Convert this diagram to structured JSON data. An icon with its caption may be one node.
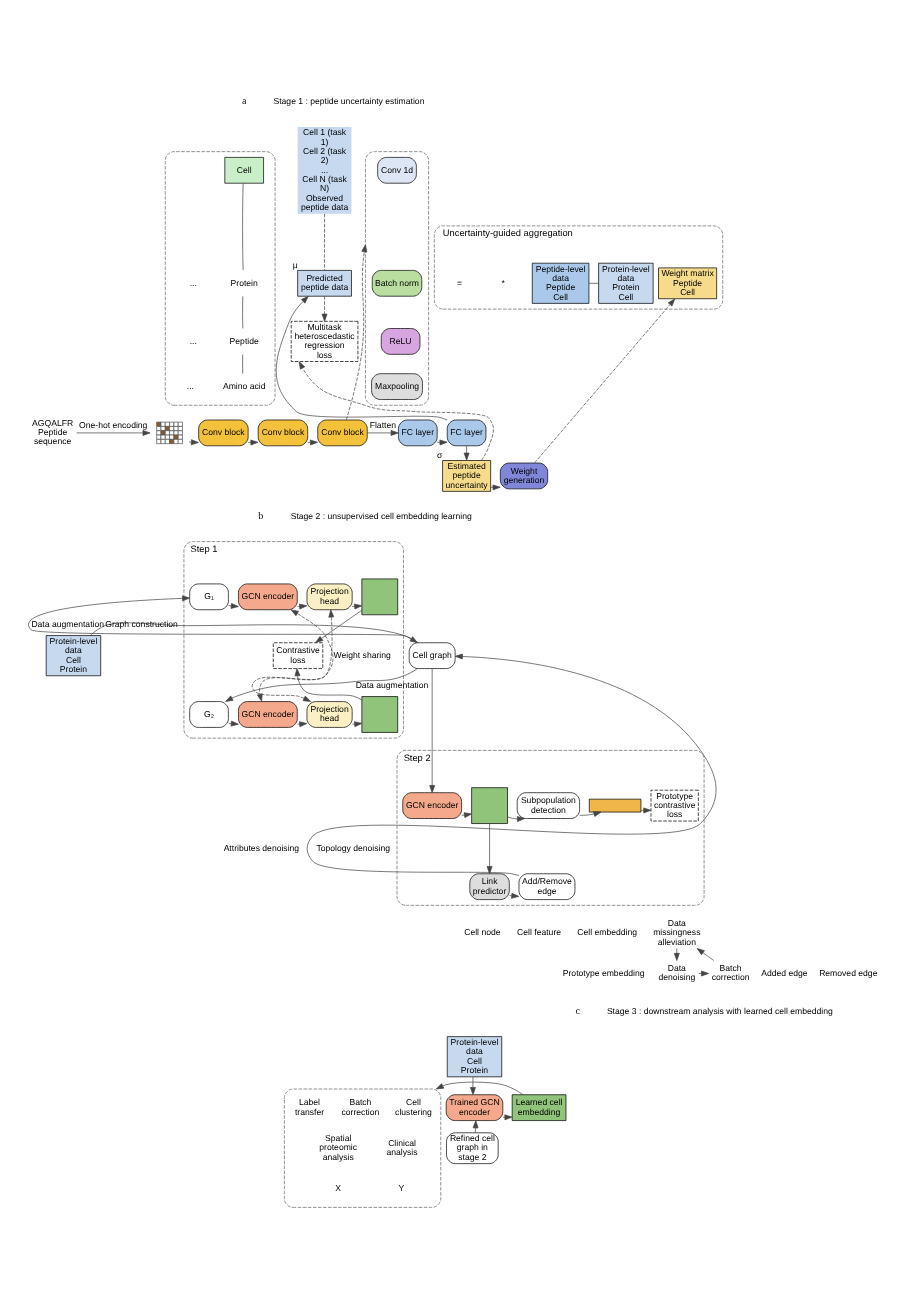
{
  "diagram": {
    "nodes": [
      {
        "text": [],
        "shape": "box"
      },
      {
        "text": [
          "Cell"
        ],
        "in": 0
      },
      {
        "text": [
          "Protein"
        ],
        "in": 0
      },
      {
        "text": [
          "Peptide"
        ],
        "in": 0
      },
      {
        "text": [
          "Amino acid"
        ],
        "in": 0
      },
      {
        "text": [],
        "shape": "box"
      },
      {
        "text": [
          "Conv 1d"
        ],
        "in": 5
      },
      {
        "text": [
          "Batch norm"
        ],
        "in": 5
      },
      {
        "text": [
          "ReLU"
        ],
        "in": 5
      },
      {
        "text": [
          "Maxpooling"
        ],
        "in": 5
      },
      {
        "text": [
          "AGQALFR",
          "Peptide sequence"
        ]
      },
      {
        "text": [],
        "shape": "picture"
      },
      {
        "text": [
          "Conv block"
        ]
      },
      {
        "text": [
          "Conv block"
        ]
      },
      {
        "text": [
          "Conv block"
        ]
      },
      {
        "text": [
          "FC layer"
        ]
      },
      {
        "text": [
          "FC layer"
        ]
      },
      {
        "text": [
          "Cell 1 (task 1)",
          "Cell 2 (task 2)",
          "...",
          "Cell N (task N)",
          "Observed peptide data"
        ]
      },
      {
        "text": [
          "Predicted peptide data"
        ],
        "beside": [
          "μ"
        ]
      },
      {
        "text": [
          "Multitask heteroscedastic regression loss"
        ]
      },
      {
        "text": [
          "Estimated peptide uncertainty"
        ],
        "beside": [
          "σ"
        ]
      },
      {
        "text": [
          "Weight generation"
        ]
      },
      {
        "text": [
          "Uncertainty-guided aggregation"
        ]
      },
      {
        "text": [
          "Weight matrix",
          "Peptide",
          "Cell"
        ],
        "in": 22
      },
      {
        "text": [
          "Peptide-level data",
          "Peptide",
          "Cell"
        ],
        "in": 22
      },
      {
        "text": [
          "Protein-level data",
          "Protein",
          "Cell"
        ],
        "in": 22
      },
      {
        "text": [
          "Protein-level data",
          "Cell",
          "Protein"
        ]
      },
      {
        "text": [
          "Cell graph"
        ]
      },
      {
        "text": [
          "Step 1"
        ]
      },
      {
        "text": [
          "G₁"
        ],
        "in": 28
      },
      {
        "text": [
          "G₂"
        ],
        "in": 28
      },
      {
        "text": [
          "GCN encoder"
        ],
        "in": 28
      },
      {
        "text": [
          "Projection head"
        ],
        "in": 28
      },
      {
        "text": [],
        "shape": "box",
        "in": 28
      },
      {
        "text": [
          "Contrastive loss"
        ],
        "in": 28
      },
      {
        "text": [
          "GCN encoder"
        ],
        "in": 28
      },
      {
        "text": [
          "Projection head"
        ],
        "in": 28
      },
      {
        "text": [],
        "shape": "box",
        "in": 28
      },
      {
        "text": [
          "Step 2"
        ]
      },
      {
        "text": [
          "GCN encoder"
        ],
        "in": 38
      },
      {
        "text": [],
        "shape": "box",
        "in": 38
      },
      {
        "text": [
          "Subpopulation detection"
        ],
        "in": 38
      },
      {
        "text": [],
        "shape": "bar",
        "in": 38
      },
      {
        "text": [
          "Prototype contrastive loss"
        ],
        "in": 38
      },
      {
        "text": [
          "Link predictor"
        ],
        "in": 38
      },
      {
        "text": [
          "Add/Remove edge"
        ],
        "in": 38
      },
      {
        "text": [
          "Data missingness alleviation"
        ]
      },
      {
        "text": [
          "Data denoising"
        ]
      },
      {
        "text": [
          "Batch correction"
        ]
      },
      {
        "text": [
          "Protein-level data",
          "Cell",
          "Protein"
        ]
      },
      {
        "text": [
          "Refined cell graph in stage 2"
        ]
      },
      {
        "text": [
          "Trained GCN encoder"
        ]
      },
      {
        "text": [
          "Learned cell embedding"
        ]
      },
      {
        "text": [],
        "shape": "box"
      },
      {
        "text": [
          "Cell clustering"
        ],
        "in": 53
      },
      {
        "text": [
          "Batch correction"
        ],
        "in": 53
      },
      {
        "text": [
          "Label transfer"
        ],
        "in": 53
      },
      {
        "text": [
          "Clinical analysis"
        ],
        "in": 53
      },
      {
        "text": [
          "Spatial proteomic analysis"
        ],
        "in": 53
      }
    ],
    "edges": [
      {
        "from": 1,
        "to": 2,
        "arrow": "none"
      },
      {
        "from": 2,
        "to": 3,
        "arrow": "none"
      },
      {
        "from": 3,
        "to": 4,
        "arrow": "none"
      },
      {
        "from": 10,
        "to": 11,
        "arrow": "to",
        "label": "One-hot encoding"
      },
      {
        "from": 11,
        "to": 12,
        "arrow": "to"
      },
      {
        "from": 12,
        "to": 13,
        "arrow": "to"
      },
      {
        "from": 13,
        "to": 14,
        "arrow": "to"
      },
      {
        "from": 14,
        "to": 5,
        "arrow": "to",
        "style": "dashed"
      },
      {
        "from": 14,
        "to": 15,
        "arrow": "to",
        "label": "Flatten"
      },
      {
        "from": 15,
        "to": 16,
        "arrow": "to"
      },
      {
        "from": 16,
        "to": 18,
        "arrow": "to"
      },
      {
        "from": 16,
        "to": 20,
        "arrow": "to"
      },
      {
        "from": 17,
        "to": 18,
        "arrow": "none",
        "style": "dashed"
      },
      {
        "from": 18,
        "to": 19,
        "arrow": "to",
        "style": "dashed"
      },
      {
        "from": 20,
        "to": 19,
        "arrow": "to",
        "style": "dashed"
      },
      {
        "from": 20,
        "to": 21,
        "arrow": "to"
      },
      {
        "from": 21,
        "to": 23,
        "arrow": "to",
        "style": "dashed"
      },
      {
        "from": 24,
        "to": 25,
        "arrow": "none"
      },
      {
        "from": 26,
        "to": 27,
        "arrow": "to",
        "label": "Graph construction"
      },
      {
        "from": 27,
        "to": 29,
        "arrow": "to",
        "label": "Data augmentation"
      },
      {
        "from": 27,
        "to": 30,
        "arrow": "to",
        "label": "Data augmentation"
      },
      {
        "from": 29,
        "to": 31,
        "arrow": "to"
      },
      {
        "from": 31,
        "to": 32,
        "arrow": "to"
      },
      {
        "from": 32,
        "to": 33,
        "arrow": "to"
      },
      {
        "from": 30,
        "to": 35,
        "arrow": "to"
      },
      {
        "from": 35,
        "to": 36,
        "arrow": "to"
      },
      {
        "from": 36,
        "to": 37,
        "arrow": "to"
      },
      {
        "from": 33,
        "to": 34,
        "arrow": "to"
      },
      {
        "from": 37,
        "to": 34,
        "arrow": "to"
      },
      {
        "from": 31,
        "to": 35,
        "arrow": "both",
        "style": "dashed",
        "label": "Weight sharing"
      },
      {
        "from": 32,
        "to": 36,
        "arrow": "both",
        "style": "dashed"
      },
      {
        "from": 27,
        "to": 39,
        "arrow": "to"
      },
      {
        "from": 39,
        "to": 40,
        "arrow": "to"
      },
      {
        "from": 40,
        "to": 41,
        "arrow": "to"
      },
      {
        "from": 41,
        "to": 42,
        "arrow": "to"
      },
      {
        "from": 42,
        "to": 43,
        "arrow": "to"
      },
      {
        "from": 40,
        "to": 44,
        "arrow": "to"
      },
      {
        "from": 44,
        "to": 45,
        "arrow": "to"
      },
      {
        "from": 45,
        "to": 27,
        "arrow": "to"
      },
      {
        "from": 48,
        "to": 46,
        "arrow": "to"
      },
      {
        "from": 46,
        "to": 47,
        "arrow": "to"
      },
      {
        "from": 47,
        "to": 48,
        "arrow": "to"
      },
      {
        "from": 49,
        "to": 51,
        "arrow": "to"
      },
      {
        "from": 50,
        "to": 51,
        "arrow": "to"
      },
      {
        "from": 51,
        "to": 52,
        "arrow": "to"
      },
      {
        "from": 52,
        "to": 53,
        "arrow": "to"
      }
    ],
    "labels": [
      "a",
      "Stage 1 : peptide uncertainty estimation",
      "...",
      "...",
      "...",
      "*",
      "=",
      "b",
      "Stage 2 : unsupervised cell embedding learning",
      "Attributes denoising",
      "Topology denoising",
      "c",
      "Stage 3 : downstream analysis with learned cell embedding",
      "Y",
      "X"
    ],
    "legend": [
      {
        "text": "Cell node"
      },
      {
        "text": "Cell feature"
      },
      {
        "text": "Cell embedding"
      },
      {
        "text": "Prototype embedding"
      },
      {
        "text": "Added edge"
      },
      {
        "text": "Removed edge"
      }
    ]
  }
}
